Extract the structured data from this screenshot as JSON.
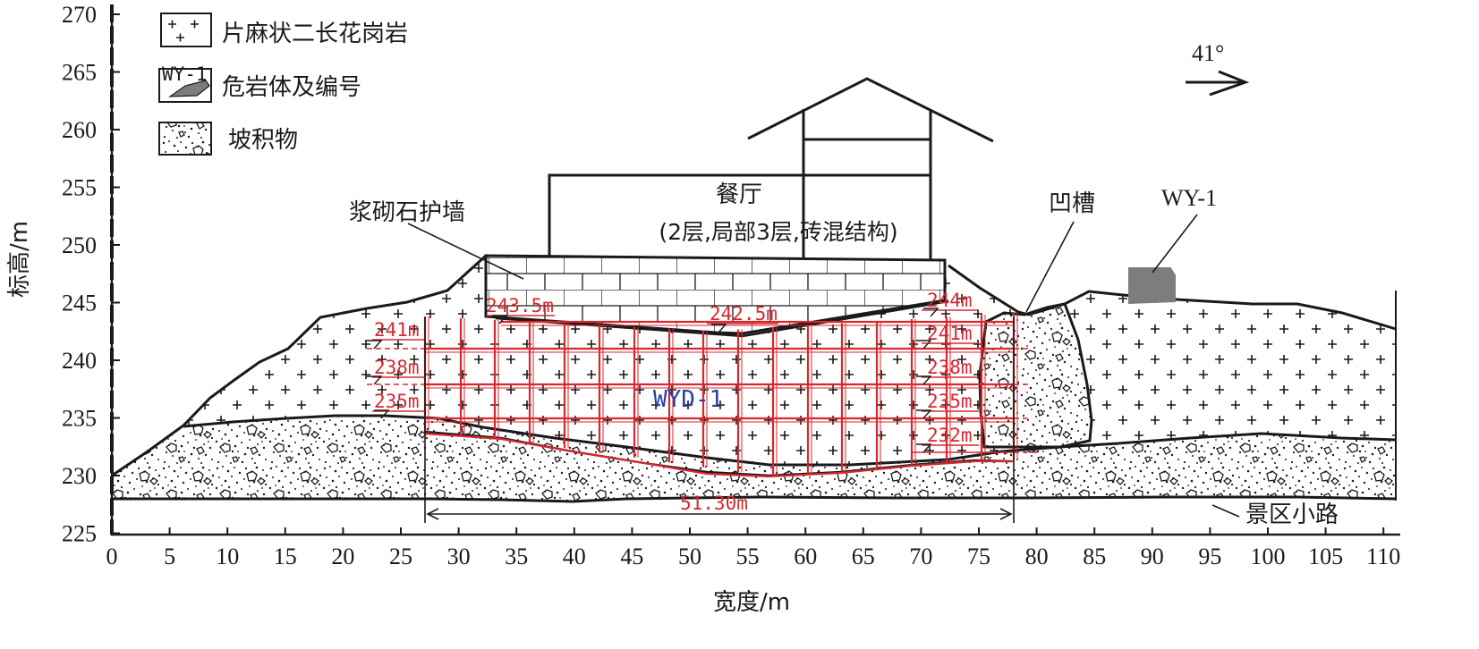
{
  "legend": {
    "granite": "片麻状二长花岗岩",
    "rock_mass_tag": "WY-1",
    "rock_mass": "危岩体及编号",
    "colluvium": "坡积物"
  },
  "north": {
    "angle": "41°"
  },
  "labels": {
    "wall": "浆砌石护墙",
    "building_name": "餐厅",
    "building_desc": "(2层,局部3层,砖混结构)",
    "groove": "凹槽",
    "rock_id": "WY-1",
    "zone_id": "WYD-1",
    "road": "景区小路",
    "width_dim": "51.30m"
  },
  "elevation_marks": {
    "left": [
      "241m",
      "238m",
      "235m"
    ],
    "right": [
      "244m",
      "241m",
      "238m",
      "235m",
      "232m"
    ],
    "top_left": "243.5m",
    "top_mid": "242.5m"
  },
  "colors": {
    "red": "#d7282f",
    "blue": "#2a3f9d",
    "ink": "#1a1a1a",
    "rock": "#7d7d7d"
  },
  "axes": {
    "ylabel": "标高/m",
    "xlabel": "宽度/m",
    "y_ticks": [
      "270",
      "265",
      "260",
      "255",
      "250",
      "245",
      "240",
      "235",
      "230",
      "225"
    ],
    "x_ticks": [
      "0",
      "5",
      "10",
      "15",
      "20",
      "25",
      "30",
      "35",
      "40",
      "45",
      "50",
      "55",
      "60",
      "65",
      "70",
      "75",
      "80",
      "85",
      "90",
      "95",
      "100",
      "105",
      "110"
    ]
  }
}
